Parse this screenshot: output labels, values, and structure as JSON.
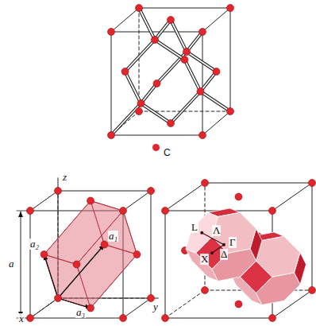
{
  "diagram": {
    "labels": [
      "z",
      "a",
      "a₃",
      "a₂",
      "a₁",
      "x",
      "y",
      "L",
      "Λ",
      "Γ",
      "Δ",
      "X"
    ],
    "legend": [
      {
        "text": "C",
        "color": "#e3262e"
      }
    ]
  }
}
